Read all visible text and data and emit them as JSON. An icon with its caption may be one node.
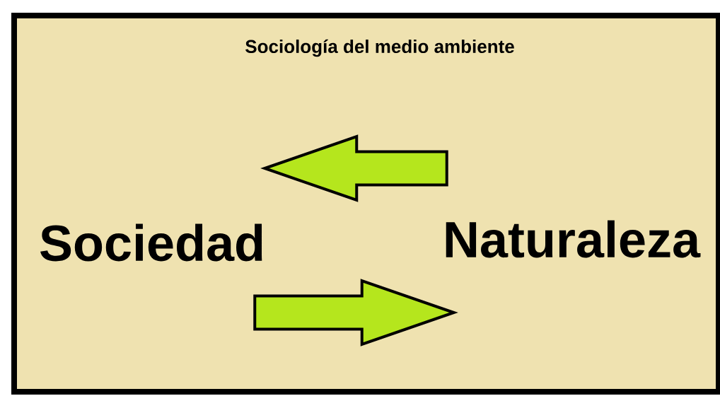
{
  "diagram": {
    "nodes": [
      {
        "text": [
          "Sociología del medio ambiente"
        ]
      },
      {
        "text": [
          "Sociedad"
        ],
        "in": 0
      },
      {
        "text": [
          "Naturaleza"
        ],
        "in": 0
      }
    ],
    "edges": [
      {
        "from": 2,
        "to": 1,
        "arrow": "to"
      },
      {
        "from": 1,
        "to": 2,
        "arrow": "to"
      }
    ]
  }
}
